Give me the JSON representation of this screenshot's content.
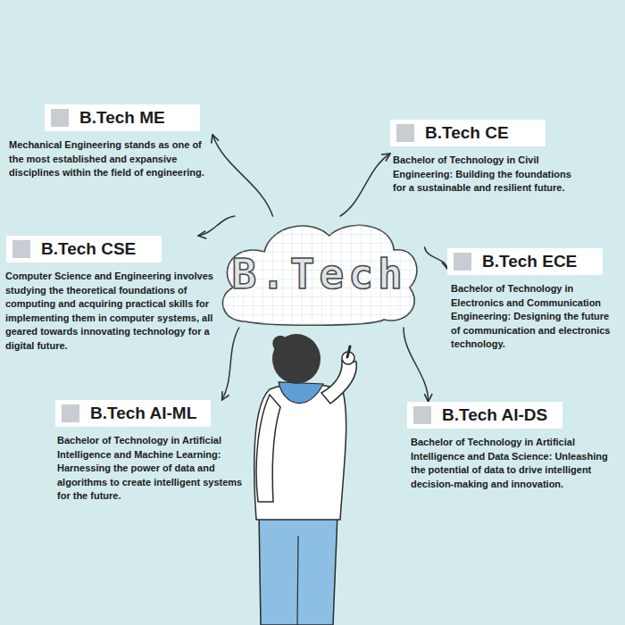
{
  "diagram": {
    "nodes": [
      {
        "text": [
          "B.Tech ME",
          "Mechanical Engineering stands as one of the most established and expansive disciplines within the field of engineering."
        ]
      },
      {
        "text": [
          "B.Tech CE",
          "Bachelor of Technology in Civil Engineering: Building the foundations for a sustainable and resilient future."
        ]
      },
      {
        "text": [
          "B.Tech CSE",
          "Computer Science and Engineering involves studying the theoretical foundations of computing and acquiring practical skills for implementing them in computer systems, all geared towards innovating technology for a digital future."
        ]
      },
      {
        "text": [
          "B.Tech"
        ]
      },
      {
        "text": [
          "B.Tech ECE",
          "Bachelor of Technology in Electronics and Communication Engineering: Designing the future of communication and electronics technology."
        ]
      },
      {
        "text": [
          "B.Tech AI-ML",
          "Bachelor of Technology in Artificial Intelligence and Machine Learning: Harnessing the power of data and algorithms to create intelligent systems for the future."
        ]
      },
      {
        "text": [
          "B.Tech AI-DS",
          "Bachelor of Technology in Artificial Intelligence and Data Science: Unleashing the potential of data to drive intelligent decision-making and innovation."
        ]
      }
    ],
    "edges": [
      {
        "from": 3,
        "to": 0,
        "arrow": "to"
      },
      {
        "from": 3,
        "to": 1,
        "arrow": "to"
      },
      {
        "from": 3,
        "to": 2,
        "arrow": "to"
      },
      {
        "from": 3,
        "to": 4,
        "arrow": "to"
      },
      {
        "from": 3,
        "to": 5,
        "arrow": "to"
      },
      {
        "from": 3,
        "to": 6,
        "arrow": "to"
      }
    ]
  }
}
